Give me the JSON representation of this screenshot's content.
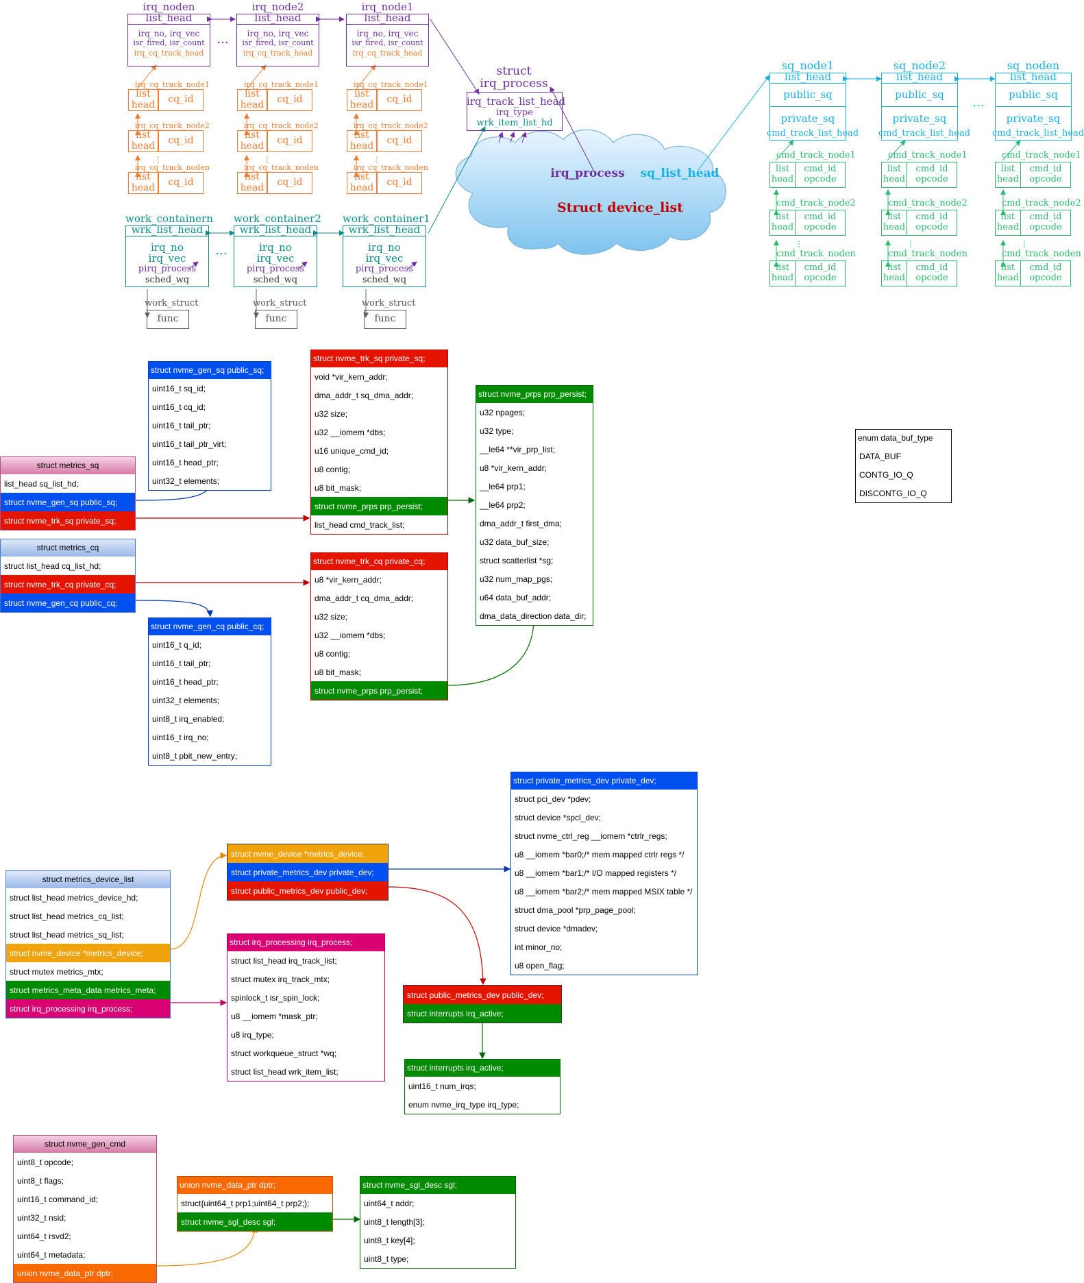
{
  "colors": {
    "purple": "#7030a0",
    "orange": "#ed7d31",
    "teal": "#0e8a8a",
    "cyan": "#1ab0e0",
    "green": "#2eb86b",
    "red_title": "#c00000"
  },
  "irq_nodes": [
    {
      "name": "irq_noden",
      "head": "list_head",
      "line1": "irq_no, irq_vec",
      "line2": "isr_fired, isr_count",
      "line3": "irq_cq_track_head"
    },
    {
      "name": "irq_node2",
      "head": "list_head",
      "line1": "irq_no, irq_vec",
      "line2": "isr_fired, isr_count",
      "line3": "irq_cq_track_head"
    },
    {
      "name": "irq_node1",
      "head": "list_head",
      "line1": "irq_no, irq_vec",
      "line2": "isr_fired, isr_count",
      "line3": "irq_cq_track_head"
    }
  ],
  "cq_track": {
    "node1": "irq_cq_track_node1",
    "node2": "irq_cq_track_node2",
    "noden": "irq_cq_track_noden",
    "list": "list",
    "head": "head",
    "cq_id": "cq_id",
    "dots": "⋮"
  },
  "ellipsis": "...",
  "struct_irq_process": {
    "t1": "struct",
    "t2": "irq_process",
    "r1": "irq_track_list_head",
    "r2": "irq_type",
    "r3": "wrk_item_list_hd"
  },
  "work_containers": [
    {
      "name": "work_containern",
      "head": "wrk_list_head",
      "l1": "irq_no",
      "l2": "irq_vec",
      "l3": "pirq_process",
      "l4": "sched_wq",
      "ws": "work_struct",
      "func": "func"
    },
    {
      "name": "work_container2",
      "head": "wrk_list_head",
      "l1": "irq_no",
      "l2": "irq_vec",
      "l3": "pirq_process",
      "l4": "sched_wq",
      "ws": "work_struct",
      "func": "func"
    },
    {
      "name": "work_container1",
      "head": "wrk_list_head",
      "l1": "irq_no",
      "l2": "irq_vec",
      "l3": "pirq_process",
      "l4": "sched_wq",
      "ws": "work_struct",
      "func": "func"
    }
  ],
  "cloud": {
    "irq_process": "irq_process",
    "sq_list_head": "sq_list_head",
    "title": "Struct device_list"
  },
  "sq_nodes": [
    {
      "name": "sq_node1",
      "head": "list_head",
      "pub": "public_sq",
      "priv": "private_sq",
      "cmd": "cmd_track_list_head"
    },
    {
      "name": "sq_node2",
      "head": "list_head",
      "pub": "public_sq",
      "priv": "private_sq",
      "cmd": "cmd_track_list_head"
    },
    {
      "name": "sq_noden",
      "head": "list_head",
      "pub": "public_sq",
      "priv": "private_sq",
      "cmd": "cmd_track_list_head"
    }
  ],
  "cmd_track": {
    "node1": "cmd_track_node1",
    "node2": "cmd_track_node2",
    "noden": "cmd_track_noden",
    "list": "list",
    "head": "head",
    "cmd_id": "cmd_id",
    "opcode": "opcode",
    "dots": "⋮"
  },
  "structs": {
    "gen_sq": {
      "title": "struct nvme_gen_sq  public_sq;",
      "rows": [
        "uint16_t sq_id;",
        "uint16_t cq_id;",
        "uint16_t tail_ptr;",
        "uint16_t tail_ptr_virt;",
        "uint16_t head_ptr;",
        "uint32_t elements;"
      ]
    },
    "trk_sq": {
      "title": "struct nvme_trk_sq  private_sq;",
      "rows": [
        "void *vir_kern_addr;",
        "dma_addr_t   sq_dma_addr;",
        "u32 size;",
        "u32 __iomem *dbs;",
        "u16 unique_cmd_id;",
        "u8 contig;",
        "u8 bit_mask;",
        "struct nvme_prps prp_persist;",
        "list_head cmd_track_list;"
      ]
    },
    "prps": {
      "title": "struct nvme_prps prp_persist;",
      "rows": [
        "u32 npages;",
        "u32 type;",
        "__le64 **vir_prp_list;",
        "u8 *vir_kern_addr;",
        "__le64 prp1;",
        "__le64 prp2;",
        "dma_addr_t first_dma;",
        "u32 data_buf_size;",
        "struct scatterlist *sg;",
        "u32 num_map_pgs;",
        "u64 data_buf_addr;",
        "dma_data_direction data_dir;"
      ]
    },
    "data_buf_type": {
      "title": "enum data_buf_type",
      "rows": [
        "DATA_BUF",
        "CONTG_IO_Q",
        "DISCONTG_IO_Q"
      ]
    },
    "metrics_sq": {
      "title": "struct metrics_sq",
      "rows": [
        "list_head sq_list_hd;",
        "struct nvme_gen_sq  public_sq;",
        "struct nvme_trk_sq  private_sq;"
      ]
    },
    "metrics_cq": {
      "title": "struct metrics_cq",
      "rows": [
        "struct list_head cq_list_hd;",
        "struct nvme_trk_cq private_cq;",
        "struct nvme_gen_cq public_cq;"
      ]
    },
    "trk_cq": {
      "title": "struct nvme_trk_cq private_cq;",
      "rows": [
        "u8 *vir_kern_addr;",
        "dma_addr_t cq_dma_addr;",
        "u32 size;",
        "u32 __iomem *dbs;",
        "u8 contig;",
        "u8 bit_mask;",
        "struct nvme_prps prp_persist;"
      ]
    },
    "gen_cq": {
      "title": "struct nvme_gen_cq public_cq;",
      "rows": [
        "uint16_t q_id;",
        "uint16_t tail_ptr;",
        "uint16_t head_ptr;",
        "uint32_t elements;",
        "uint8_t irq_enabled;",
        "uint16_t irq_no;",
        "uint8_t pbit_new_entry;"
      ]
    },
    "private_dev": {
      "title": "struct private_metrics_dev private_dev;",
      "rows": [
        "struct pci_dev *pdev;",
        "struct device *spcl_dev;",
        "struct nvme_ctrl_reg __iomem *ctrlr_regs;",
        "u8 __iomem *bar0;/* mem mapped ctrlr regs */",
        "u8 __iomem *bar1;/* I/O mapped registers */",
        "u8 __iomem *bar2;/* mem mapped MSIX table */",
        "struct dma_pool *prp_page_pool;",
        "struct device *dmadev;",
        "int minor_no;",
        "u8 open_flag;"
      ]
    },
    "nvme_device": {
      "rows": [
        "struct  nvme_device *metrics_device;",
        "struct private_metrics_dev private_dev;",
        "struct public_metrics_dev  public_dev;"
      ]
    },
    "device_list": {
      "title": "struct metrics_device_list",
      "rows": [
        "struct  list_head    metrics_device_hd;",
        "struct  list_head    metrics_cq_list;",
        "struct  list_head    metrics_sq_list;",
        "struct  nvme_device *metrics_device;",
        "struct  mutex        metrics_mtx;",
        "struct  metrics_meta_data metrics_meta;",
        "struct  irq_processing irq_process;"
      ]
    },
    "irq_processing": {
      "title": "struct  irq_processing irq_process;",
      "rows": [
        "struct list_head irq_track_list;",
        "struct mutex irq_track_mtx;",
        "spinlock_t isr_spin_lock;",
        "u8 __iomem *mask_ptr;",
        "u8 irq_type;",
        "struct workqueue_struct *wq;",
        "struct list_head wrk_item_list;"
      ]
    },
    "public_dev": {
      "rows": [
        "struct public_metrics_dev  public_dev;",
        "struct interrupts irq_active;"
      ]
    },
    "interrupts": {
      "title": "struct interrupts irq_active;",
      "rows": [
        "uint16_t num_irqs;",
        "enum nvme_irq_type irq_type;"
      ]
    },
    "gen_cmd": {
      "title": "struct nvme_gen_cmd",
      "rows": [
        "uint8_t opcode;",
        "uint8_t flags;",
        "uint16_t command_id;",
        "uint32_t nsid;",
        "uint64_t rsvd2;",
        "uint64_t metadata;",
        "union nvme_data_ptr dptr;"
      ]
    },
    "data_ptr": {
      "title": "union nvme_data_ptr dptr;",
      "rows": [
        "struct{uint64_t prp1;uint64_t prp2;};",
        "struct nvme_sgl_desc sgl;"
      ]
    },
    "sgl_desc": {
      "title": "struct nvme_sgl_desc sgl;",
      "rows": [
        "uint64_t addr;",
        "uint8_t length[3];",
        "uint8_t key[4];",
        "uint8_t type;"
      ]
    }
  }
}
